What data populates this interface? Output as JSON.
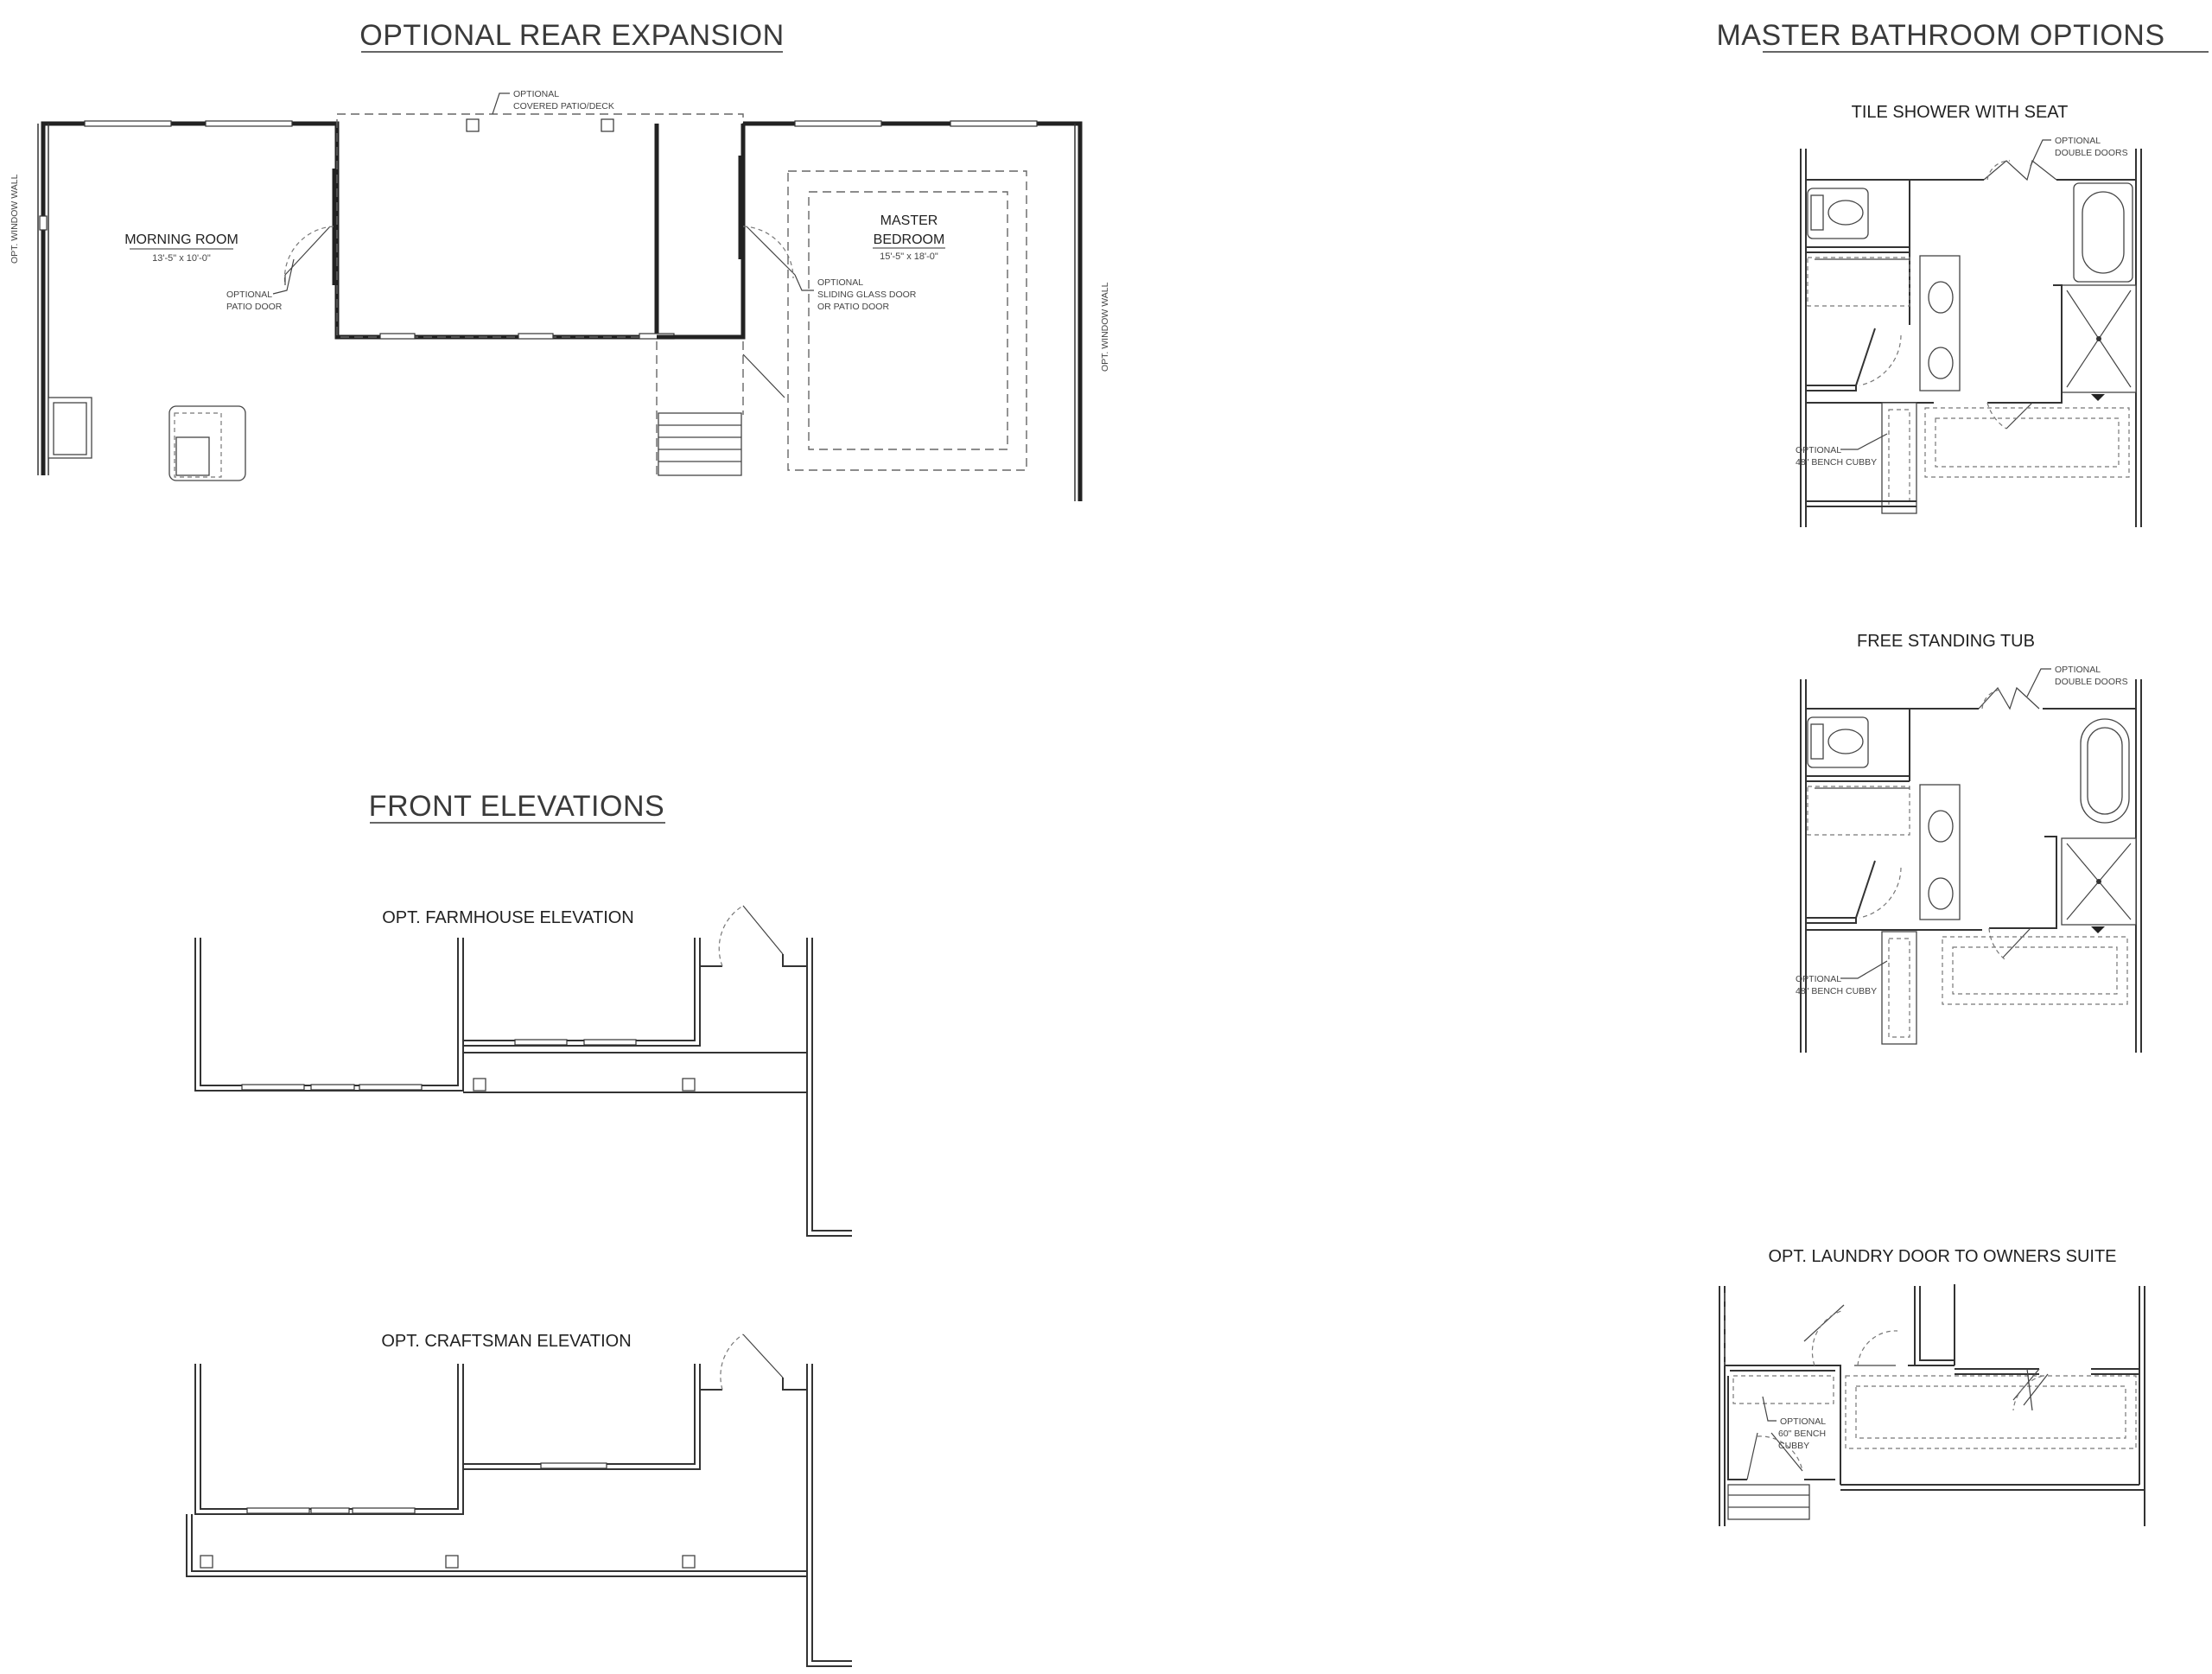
{
  "sections": {
    "rear_expansion": {
      "title": "OPTIONAL REAR EXPANSION",
      "covered_patio": [
        "OPTIONAL",
        "COVERED PATIO/DECK"
      ],
      "morning_room": {
        "name": "MORNING ROOM",
        "dims": "13'-5\" x 10'-0\""
      },
      "patio_door": [
        "OPTIONAL",
        "PATIO DOOR"
      ],
      "master_bedroom": {
        "name_line1": "MASTER",
        "name_line2": "BEDROOM",
        "dims": "15'-5\" x 18'-0\""
      },
      "sliding_door": [
        "OPTIONAL",
        "SLIDING GLASS DOOR",
        "OR PATIO DOOR"
      ],
      "window_wall_left": "OPT. WINDOW WALL",
      "window_wall_right": "OPT. WINDOW WALL"
    },
    "master_bath": {
      "title": "MASTER BATHROOM OPTIONS",
      "tile_shower": {
        "title": "TILE SHOWER WITH SEAT",
        "double_doors": [
          "OPTIONAL",
          "DOUBLE DOORS"
        ],
        "bench_cubby": [
          "OPTIONAL",
          "48\" BENCH CUBBY"
        ]
      },
      "free_tub": {
        "title": "FREE STANDING TUB",
        "double_doors": [
          "OPTIONAL",
          "DOUBLE DOORS"
        ],
        "bench_cubby": [
          "OPTIONAL",
          "48\" BENCH CUBBY"
        ]
      },
      "laundry": {
        "title": "OPT. LAUNDRY DOOR TO OWNERS SUITE",
        "bench_cubby": [
          "OPTIONAL",
          "60\" BENCH",
          "CUBBY"
        ]
      }
    },
    "front_elevations": {
      "title": "FRONT ELEVATIONS",
      "farmhouse": "OPT. FARMHOUSE ELEVATION",
      "craftsman": "OPT. CRAFTSMAN ELEVATION"
    }
  }
}
